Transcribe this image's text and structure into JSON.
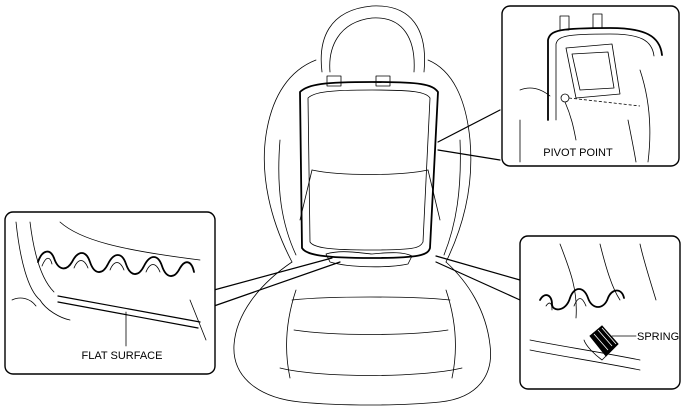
{
  "labels": {
    "pivot_point": "PIVOT POINT",
    "flat_surface": "FLAT SURFACE",
    "spring": "SPRING"
  },
  "icons": {
    "seat": "seat-illustration-icon",
    "frame": "seat-back-frame-icon"
  },
  "colors": {
    "line": "#000000",
    "background": "#ffffff"
  }
}
